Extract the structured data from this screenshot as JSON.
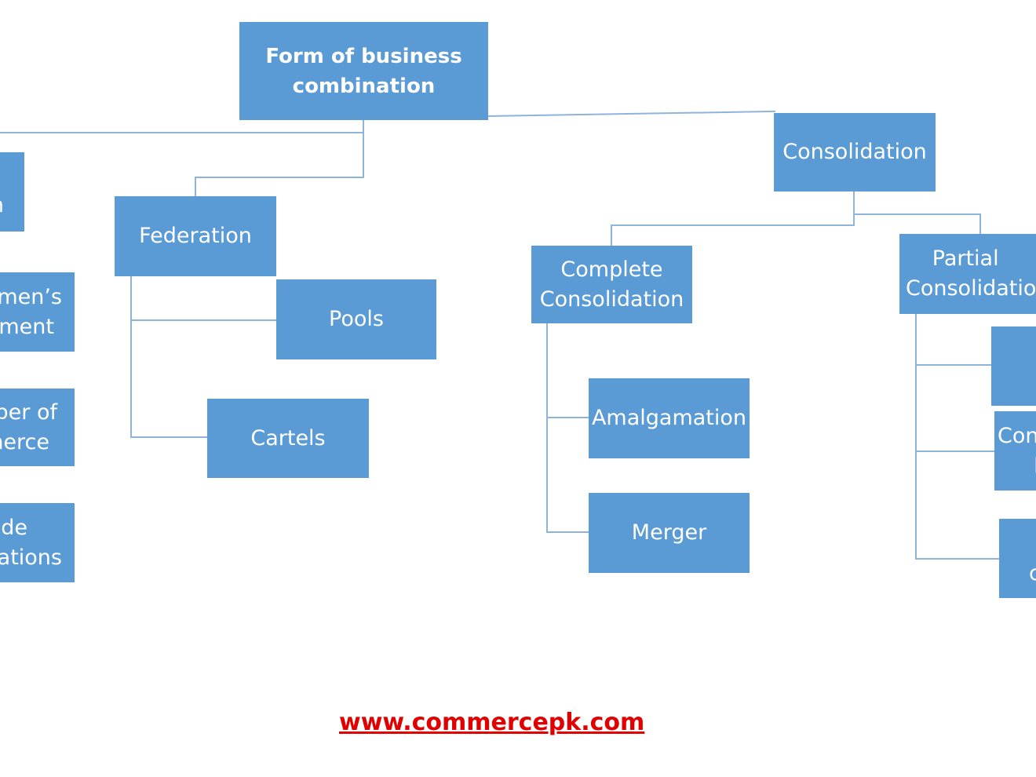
{
  "diagram": {
    "root": {
      "line1": "Form of business",
      "line2": "combination"
    },
    "left_branch": {
      "top_fragment": "n",
      "items": [
        {
          "line1": "men’s",
          "line2": "ment"
        },
        {
          "line1": "ber of",
          "line2": "nerce"
        },
        {
          "line1": "de",
          "line2": "ations"
        }
      ]
    },
    "federation": {
      "label": "Federation",
      "children": [
        "Pools",
        "Cartels"
      ]
    },
    "consolidation": {
      "label": "Consolidation",
      "complete": {
        "line1": "Complete",
        "line2": "Consolidation",
        "children": [
          "Amalgamation",
          "Merger"
        ]
      },
      "partial": {
        "line1": "Partial",
        "line2": "Consolidatio",
        "child_fragments": [
          {
            "line1": "",
            "line2": ""
          },
          {
            "line1": "Con",
            "line2": "I"
          },
          {
            "line1": "",
            "line2": "c"
          }
        ]
      }
    }
  },
  "footer": {
    "website": "www.commercepk.com"
  },
  "colors": {
    "node_fill": "#5b9bd5",
    "connector": "#8eb4dd",
    "link": "#e00000"
  }
}
